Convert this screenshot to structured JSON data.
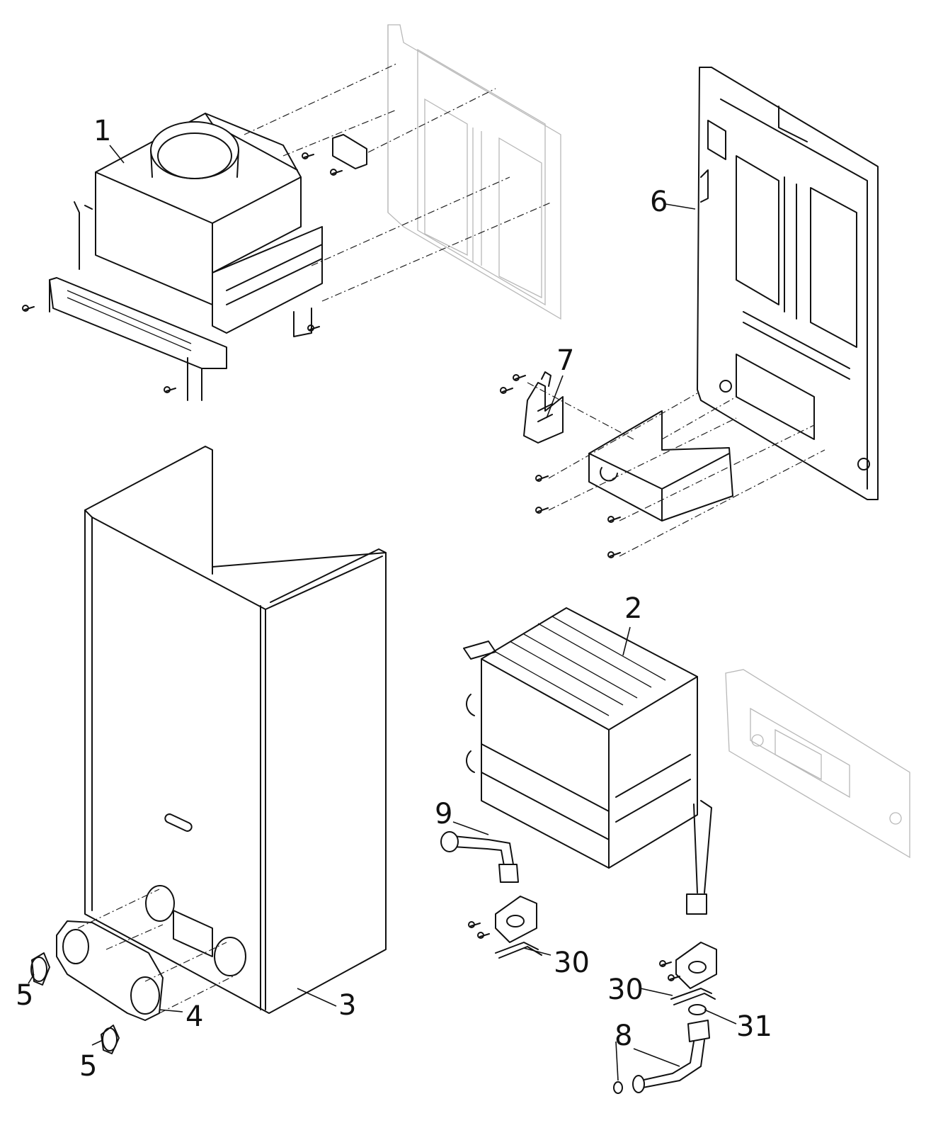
{
  "labels": {
    "l1": "1",
    "l2": "2",
    "l3": "3",
    "l4": "4",
    "l5a": "5",
    "l5b": "5",
    "l6": "6",
    "l7": "7",
    "l8": "8",
    "l9": "9",
    "l30a": "30",
    "l30b": "30",
    "l31": "31"
  }
}
